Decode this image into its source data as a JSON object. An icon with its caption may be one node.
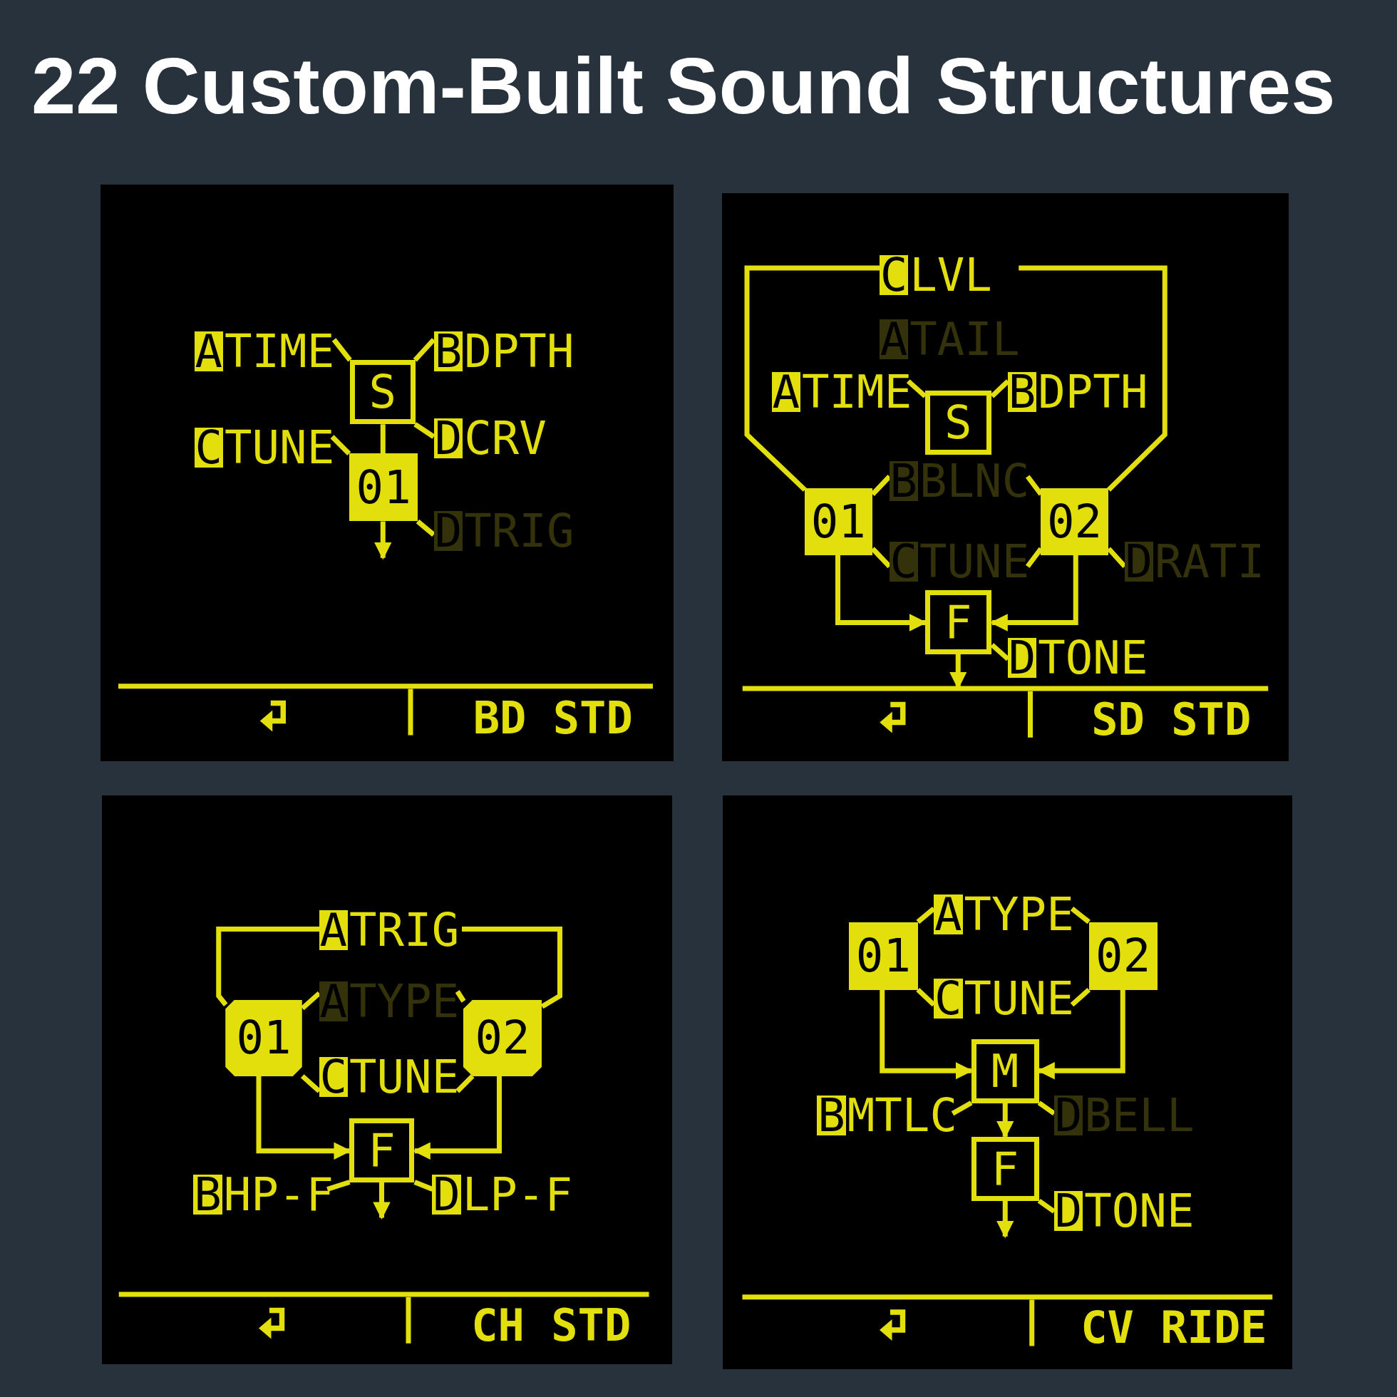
{
  "diagram": {
    "title": "22 Custom-Built Sound Structures",
    "nodes": [
      {
        "text": [
          "BD STD"
        ]
      },
      {
        "text": [
          "A",
          "TIME"
        ],
        "in": 0
      },
      {
        "text": [
          "B",
          "DPTH"
        ],
        "in": 0
      },
      {
        "text": [
          "S"
        ],
        "in": 0
      },
      {
        "text": [
          "C",
          "TUNE"
        ],
        "in": 0
      },
      {
        "text": [
          "D",
          "CRV"
        ],
        "in": 0
      },
      {
        "text": [
          "01"
        ],
        "in": 0
      },
      {
        "text": [
          "D",
          "TRIG"
        ],
        "in": 0
      },
      {
        "text": [
          "SD STD"
        ]
      },
      {
        "text": [
          "C",
          "LVL"
        ],
        "in": 8
      },
      {
        "text": [
          "A",
          "TAIL"
        ],
        "in": 8
      },
      {
        "text": [
          "A",
          "TIME"
        ],
        "in": 8
      },
      {
        "text": [
          "S"
        ],
        "in": 8
      },
      {
        "text": [
          "B",
          "DPTH"
        ],
        "in": 8
      },
      {
        "text": [
          "B",
          "BLNC"
        ],
        "in": 8
      },
      {
        "text": [
          "01"
        ],
        "in": 8
      },
      {
        "text": [
          "02"
        ],
        "in": 8
      },
      {
        "text": [
          "C",
          "TUNE"
        ],
        "in": 8
      },
      {
        "text": [
          "D",
          "RATI"
        ],
        "in": 8
      },
      {
        "text": [
          "F"
        ],
        "in": 8
      },
      {
        "text": [
          "D",
          "TONE"
        ],
        "in": 8
      },
      {
        "text": [
          "CH STD"
        ]
      },
      {
        "text": [
          "A",
          "TRIG"
        ],
        "in": 21
      },
      {
        "text": [
          "A",
          "TYPE"
        ],
        "in": 21
      },
      {
        "text": [
          "01"
        ],
        "in": 21
      },
      {
        "text": [
          "02"
        ],
        "in": 21
      },
      {
        "text": [
          "C",
          "TUNE"
        ],
        "in": 21
      },
      {
        "text": [
          "F"
        ],
        "in": 21
      },
      {
        "text": [
          "B",
          "HP-F"
        ],
        "in": 21
      },
      {
        "text": [
          "D",
          "LP-F"
        ],
        "in": 21
      },
      {
        "text": [
          "CV RIDE"
        ]
      },
      {
        "text": [
          "A",
          "TYPE"
        ],
        "in": 30
      },
      {
        "text": [
          "01"
        ],
        "in": 30
      },
      {
        "text": [
          "02"
        ],
        "in": 30
      },
      {
        "text": [
          "C",
          "TUNE"
        ],
        "in": 30
      },
      {
        "text": [
          "M"
        ],
        "in": 30
      },
      {
        "text": [
          "B",
          "MTLC"
        ],
        "in": 30
      },
      {
        "text": [
          "D",
          "BELL"
        ],
        "in": 30
      },
      {
        "text": [
          "F"
        ],
        "in": 30
      },
      {
        "text": [
          "D",
          "TONE"
        ],
        "in": 30
      }
    ],
    "edges": [
      {
        "from": 1,
        "to": 3,
        "arrow": "none"
      },
      {
        "from": 2,
        "to": 3,
        "arrow": "none"
      },
      {
        "from": 3,
        "to": 6,
        "arrow": "none"
      },
      {
        "from": 4,
        "to": 6,
        "arrow": "none"
      },
      {
        "from": 5,
        "to": 3,
        "arrow": "none"
      },
      {
        "from": 7,
        "to": 6,
        "arrow": "none"
      },
      {
        "from": 6,
        "to": null,
        "arrow": "to"
      },
      {
        "from": 9,
        "to": 15,
        "arrow": "none"
      },
      {
        "from": 9,
        "to": 16,
        "arrow": "none"
      },
      {
        "from": 11,
        "to": 12,
        "arrow": "none"
      },
      {
        "from": 13,
        "to": 12,
        "arrow": "none"
      },
      {
        "from": 14,
        "to": 15,
        "arrow": "none"
      },
      {
        "from": 14,
        "to": 16,
        "arrow": "none"
      },
      {
        "from": 17,
        "to": 15,
        "arrow": "none"
      },
      {
        "from": 17,
        "to": 16,
        "arrow": "none"
      },
      {
        "from": 18,
        "to": 16,
        "arrow": "none"
      },
      {
        "from": 15,
        "to": 19,
        "arrow": "to"
      },
      {
        "from": 16,
        "to": 19,
        "arrow": "to"
      },
      {
        "from": 20,
        "to": 19,
        "arrow": "none"
      },
      {
        "from": 19,
        "to": null,
        "arrow": "to"
      },
      {
        "from": 22,
        "to": 24,
        "arrow": "none"
      },
      {
        "from": 22,
        "to": 25,
        "arrow": "none"
      },
      {
        "from": 23,
        "to": 24,
        "arrow": "none"
      },
      {
        "from": 23,
        "to": 25,
        "arrow": "none"
      },
      {
        "from": 26,
        "to": 24,
        "arrow": "none"
      },
      {
        "from": 26,
        "to": 25,
        "arrow": "none"
      },
      {
        "from": 24,
        "to": 27,
        "arrow": "to"
      },
      {
        "from": 25,
        "to": 27,
        "arrow": "to"
      },
      {
        "from": 28,
        "to": 27,
        "arrow": "none"
      },
      {
        "from": 29,
        "to": 27,
        "arrow": "none"
      },
      {
        "from": 27,
        "to": null,
        "arrow": "to"
      },
      {
        "from": 31,
        "to": 32,
        "arrow": "none"
      },
      {
        "from": 31,
        "to": 33,
        "arrow": "none"
      },
      {
        "from": 34,
        "to": 32,
        "arrow": "none"
      },
      {
        "from": 34,
        "to": 33,
        "arrow": "none"
      },
      {
        "from": 32,
        "to": 35,
        "arrow": "to"
      },
      {
        "from": 33,
        "to": 35,
        "arrow": "to"
      },
      {
        "from": 36,
        "to": 35,
        "arrow": "none"
      },
      {
        "from": 37,
        "to": 35,
        "arrow": "none"
      },
      {
        "from": 35,
        "to": 38,
        "arrow": "to"
      },
      {
        "from": 39,
        "to": 38,
        "arrow": "none"
      },
      {
        "from": 38,
        "to": null,
        "arrow": "to"
      }
    ]
  }
}
